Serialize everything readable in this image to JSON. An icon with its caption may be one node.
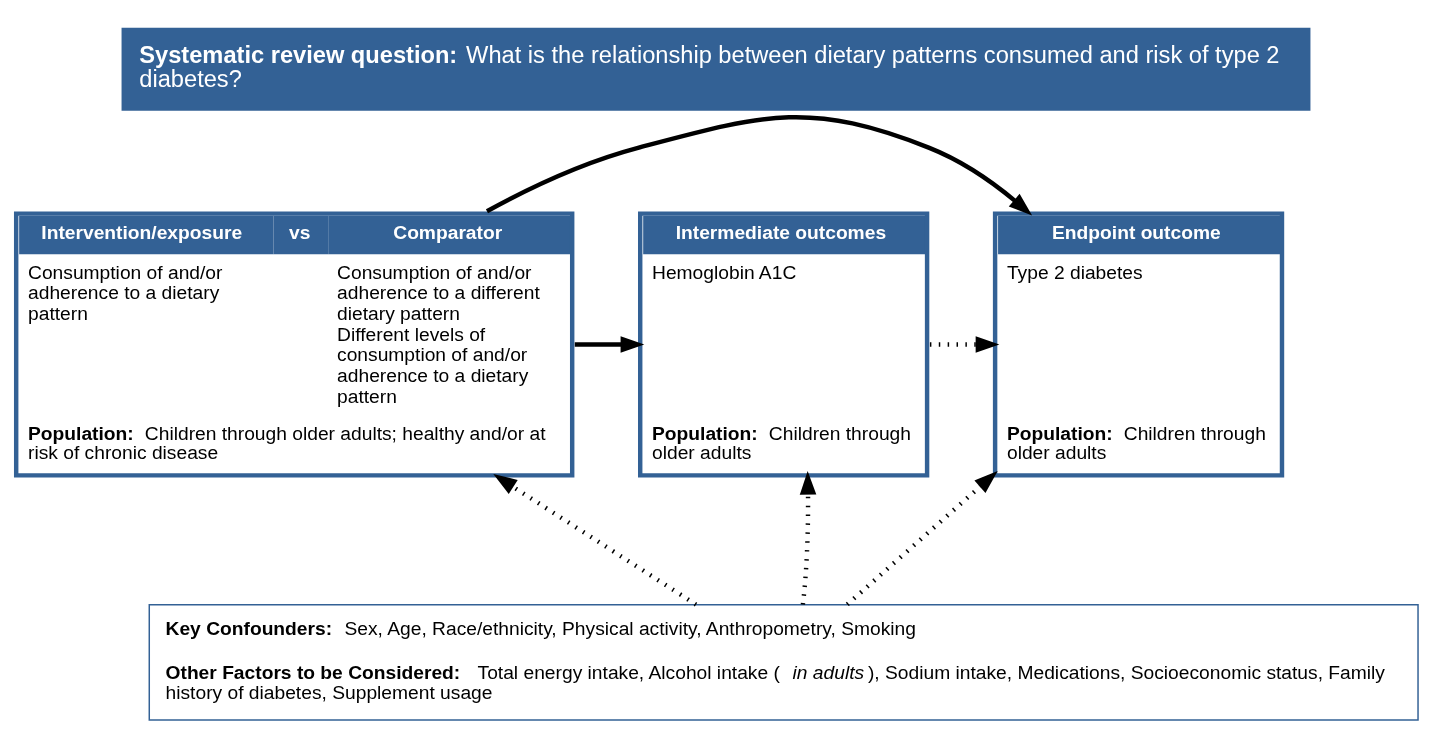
{
  "diagram": {
    "title": "**Systematic review question:** What is the relationship between dietary patterns consumed and risk of type 2 diabetes?",
    "nodes": [
      {
        "text": [
          "Intervention/exposure",
          "vs",
          "Comparator",
          "Consumption of and/or adherence to a dietary pattern",
          "Consumption of and/or adherence to a different dietary pattern",
          "Different levels of consumption of and/or adherence to a dietary pattern",
          "**Population:** Children through older adults; healthy and/or at risk of chronic disease"
        ]
      },
      {
        "text": [
          "Intermediate outcomes",
          "Hemoglobin A1C",
          "**Population:** Children through older adults"
        ]
      },
      {
        "text": [
          "Endpoint outcome",
          "Type 2 diabetes",
          "**Population:** Children through older adults"
        ]
      },
      {
        "text": [
          "**Key Confounders:** Sex, Age, Race/ethnicity, Physical activity, Anthropometry, Smoking",
          "**Other Factors to be Considered:** Total energy intake, Alcohol intake (*in adults*), Sodium intake, Medications, Socioeconomic status, Family history of diabetes, Supplement usage"
        ]
      }
    ],
    "edges": [
      {
        "from": 0,
        "to": 1,
        "arrow": "to"
      },
      {
        "from": 0,
        "to": 2,
        "arrow": "to"
      },
      {
        "from": 1,
        "to": 2,
        "arrow": "to",
        "style": "dashed"
      },
      {
        "from": 3,
        "to": 0,
        "arrow": "to",
        "style": "dashed"
      },
      {
        "from": 3,
        "to": 1,
        "arrow": "to",
        "style": "dashed"
      },
      {
        "from": 3,
        "to": 2,
        "arrow": "to",
        "style": "dashed"
      }
    ]
  }
}
